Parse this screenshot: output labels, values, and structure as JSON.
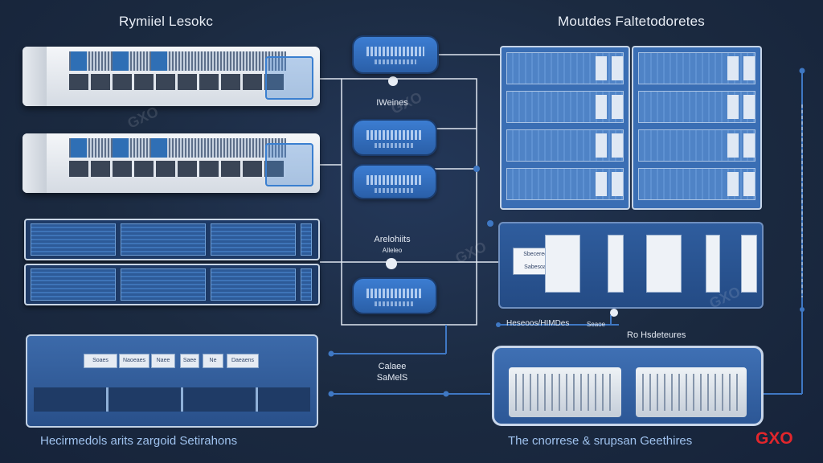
{
  "titles": {
    "left": "Rymiiel Lesokc",
    "right": "Moutdes Faltetodoretes"
  },
  "labels": {
    "hub_top": "IWeines",
    "hub_mid_1": "Arelohiits",
    "hub_mid_2": "AIleleo",
    "hub_bottom_1": "Calaee",
    "hub_bottom_2": "SaMelS",
    "status_left": "Heseoos/HIMDes",
    "status_left_small": "Seaoe",
    "status_right": "Ro Hsdeteures",
    "module_tag_1": "Sbecerec",
    "module_tag_2": "Sabesoa"
  },
  "port_labels": [
    "Soaes",
    "Naoeaes",
    "Naee",
    "Saee",
    "Ne",
    "Daeaens"
  ],
  "captions": {
    "left": "Hecirmedols arits zargoid Setirahons",
    "right": "The cnorrese & srupsan Geethires"
  },
  "brand": "GXO",
  "watermark": "GXO",
  "colors": {
    "background": "#1b2a40",
    "accent": "#3c7dd2",
    "brand": "#e2262c",
    "lines": "#dfe6f0"
  }
}
